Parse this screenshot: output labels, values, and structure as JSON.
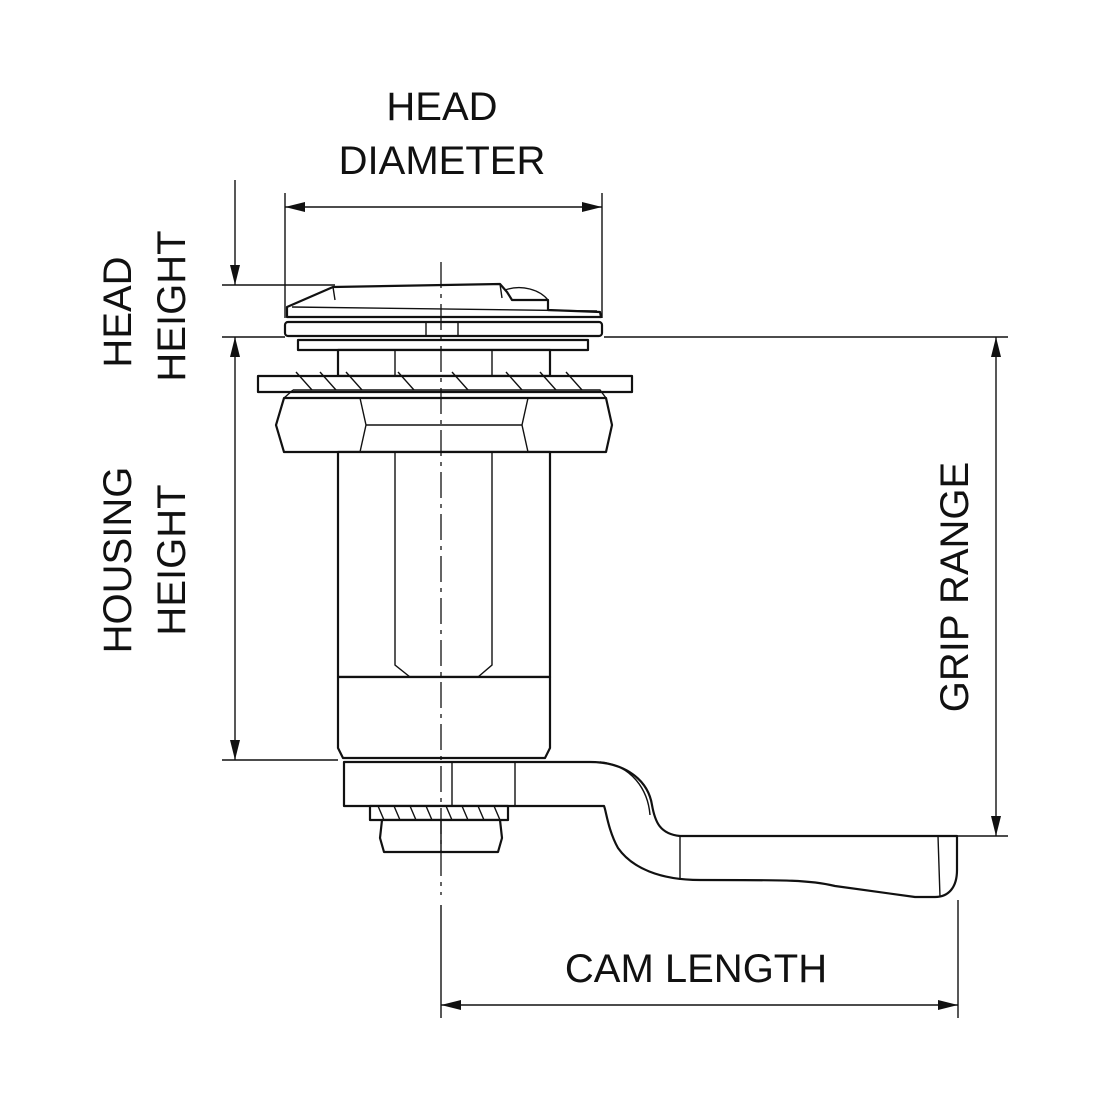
{
  "labels": {
    "head_diameter_line1": "HEAD",
    "head_diameter_line2": "DIAMETER",
    "head_height_line1": "HEAD",
    "head_height_line2": "HEIGHT",
    "housing_height_line1": "HOUSING",
    "housing_height_line2": "HEIGHT",
    "grip_range": "GRIP RANGE",
    "cam_length": "CAM LENGTH"
  },
  "colors": {
    "line": "#111111",
    "background": "#ffffff"
  }
}
